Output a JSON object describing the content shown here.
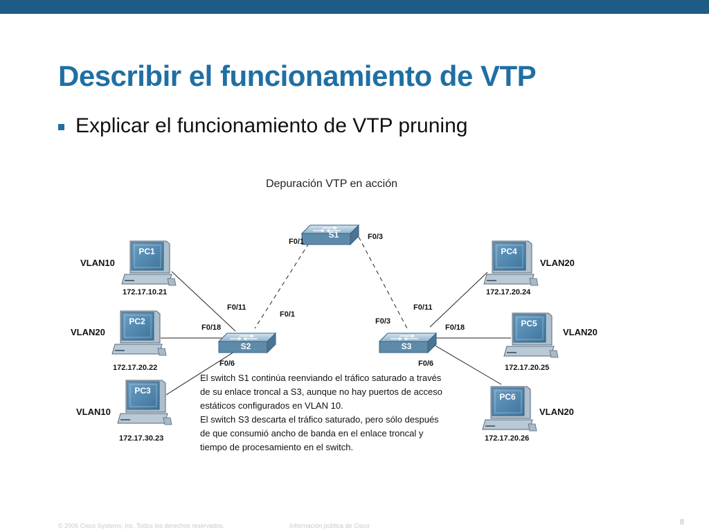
{
  "slide": {
    "title": "Describir el funcionamiento de VTP",
    "bullet": "Explicar el funcionamiento de VTP pruning",
    "page_number": "8",
    "footer_left": "© 2006 Cisco Systems, Inc. Todos los derechos reservados.",
    "footer_center": "Información pública de Cisco",
    "colors": {
      "top_bar": "#1f5c85",
      "title": "#1f6fa3",
      "device_screen": "#4a86b0"
    }
  },
  "diagram": {
    "title": "Depuración VTP en acción",
    "switches": {
      "s1": "S1",
      "s2": "S2",
      "s3": "S3"
    },
    "pcs": {
      "pc1": {
        "label": "PC1",
        "vlan": "VLAN10",
        "ip": "172.17.10.21"
      },
      "pc2": {
        "label": "PC2",
        "vlan": "VLAN20",
        "ip": "172.17.20.22"
      },
      "pc3": {
        "label": "PC3",
        "vlan": "VLAN10",
        "ip": "172.17.30.23"
      },
      "pc4": {
        "label": "PC4",
        "vlan": "VLAN20",
        "ip": "172.17.20.24"
      },
      "pc5": {
        "label": "PC5",
        "vlan": "VLAN20",
        "ip": "172.17.20.25"
      },
      "pc6": {
        "label": "PC6",
        "vlan": "VLAN20",
        "ip": "172.17.20.26"
      }
    },
    "ports": {
      "s1_f01": "F0/1",
      "s1_f03": "F0/3",
      "s2_f011": "F0/11",
      "s2_f01": "F0/1",
      "s2_f018": "F0/18",
      "s2_f06": "F0/6",
      "s3_f011": "F0/11",
      "s3_f03": "F0/3",
      "s3_f018": "F0/18",
      "s3_f06": "F0/6"
    },
    "caption": [
      "El switch S1 continúa reenviando el tráfico saturado a través",
      "de su enlace troncal a S3, aunque no hay puertos de acceso",
      "estáticos configurados en VLAN 10.",
      "El switch S3 descarta el tráfico saturado, pero sólo después",
      "de que consumió ancho de banda en el enlace troncal y",
      "tiempo de procesamiento en el switch."
    ]
  }
}
